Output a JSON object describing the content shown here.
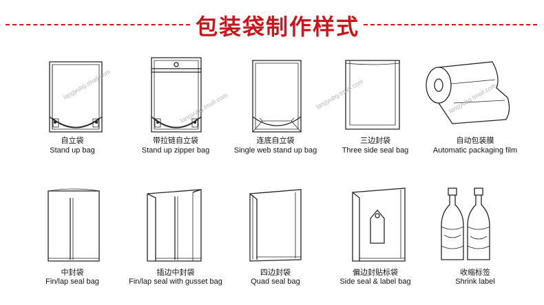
{
  "header": {
    "title": "包装袋制作样式",
    "accent_color": "#c8161d"
  },
  "watermark": "langyubg.tmall.com",
  "items": [
    {
      "zh": "自立袋",
      "en": "Stand up bag",
      "icon": "stand-up-bag-icon"
    },
    {
      "zh": "带拉链自立袋",
      "en": "Stand up zipper bag",
      "icon": "stand-up-zipper-bag-icon"
    },
    {
      "zh": "连底自立袋",
      "en": "Single web stand up bag",
      "icon": "single-web-stand-up-bag-icon"
    },
    {
      "zh": "三边封袋",
      "en": "Three side seal bag",
      "icon": "three-side-seal-bag-icon"
    },
    {
      "zh": "自动包装膜",
      "en": "Automatic packaging film",
      "icon": "packaging-film-roll-icon"
    },
    {
      "zh": "中封袋",
      "en": "Fin/lap seal bag",
      "icon": "fin-lap-seal-bag-icon"
    },
    {
      "zh": "插边中封袋",
      "en": "Fin/lap seal with gusset bag",
      "icon": "gusset-fin-seal-bag-icon"
    },
    {
      "zh": "四边封袋",
      "en": "Quad seal bag",
      "icon": "quad-seal-bag-icon"
    },
    {
      "zh": "偏边封贴标袋",
      "en": "Side seal & label bag",
      "icon": "side-seal-label-bag-icon"
    },
    {
      "zh": "收缩标签",
      "en": "Shrink label",
      "icon": "shrink-label-bottles-icon"
    }
  ]
}
